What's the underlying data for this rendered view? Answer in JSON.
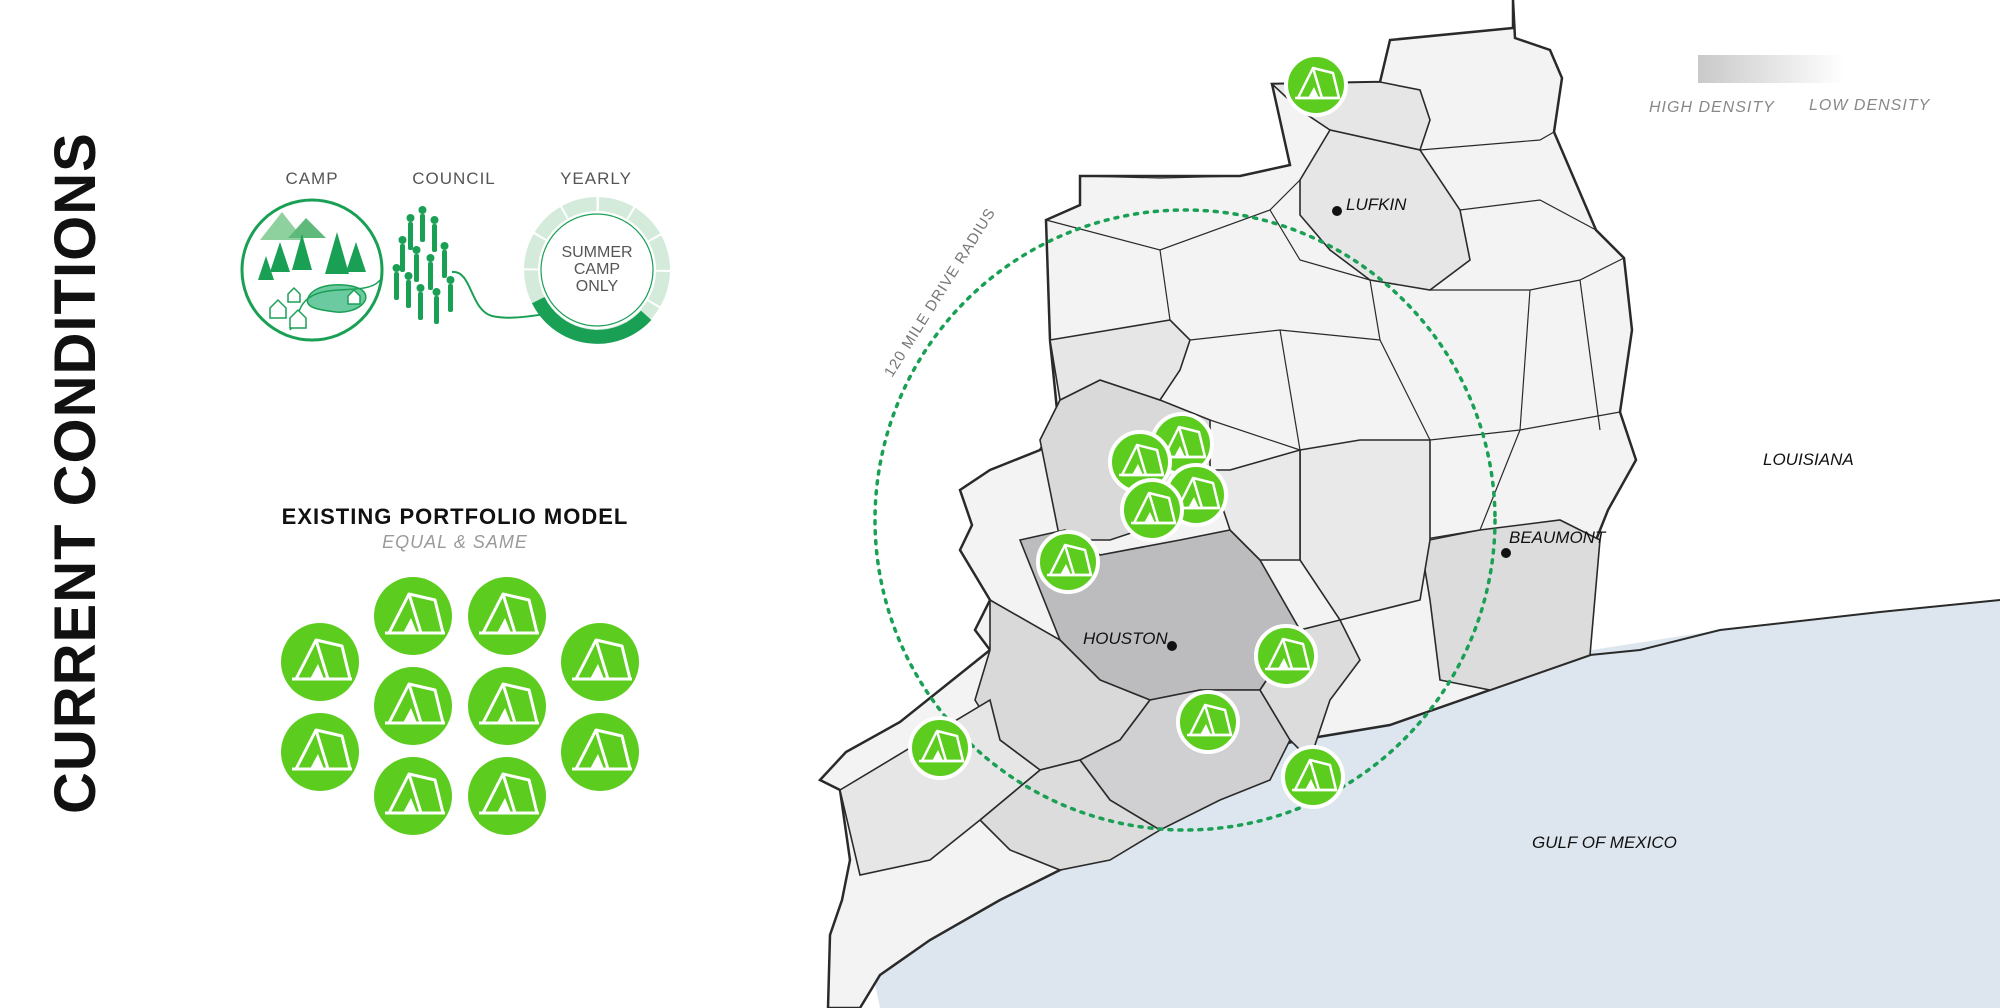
{
  "title": "CURRENT CONDITIONS",
  "diagram": {
    "captions": [
      "CAMP",
      "COUNCIL",
      "YEARLY"
    ],
    "yearly_ring_text": [
      "SUMMER",
      "CAMP",
      "ONLY"
    ]
  },
  "portfolio": {
    "title": "EXISTING PORTFOLIO MODEL",
    "subtitle": "EQUAL & SAME",
    "icon": "tent-icon",
    "count": 10
  },
  "legend": {
    "high": "HIGH DENSITY",
    "low": "LOW DENSITY"
  },
  "map": {
    "radius_label": "120 MILE DRIVE RADIUS",
    "cities": [
      "LUFKIN",
      "HOUSTON",
      "BEAUMONT"
    ],
    "regions": [
      "LOUISIANA",
      "GULF OF MEXICO"
    ],
    "camp_markers": 10,
    "colors": {
      "accent": "#5ccc1e",
      "radius": "#1aa055",
      "water": "#dde6ee",
      "county_stroke": "#2a2a2a"
    }
  }
}
